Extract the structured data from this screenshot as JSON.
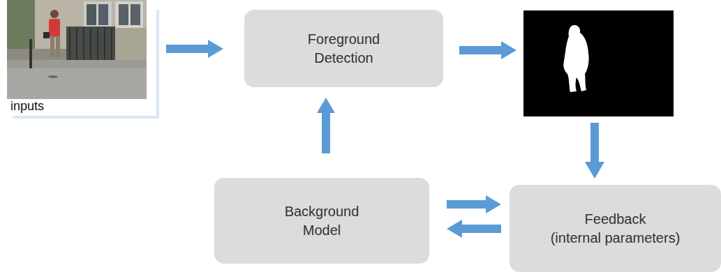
{
  "diagram": {
    "nodes": [
      {
        "text": [
          "inputs"
        ]
      },
      {
        "text": [
          "Foreground Detection"
        ]
      },
      {
        "text": [
          "Background Model"
        ]
      },
      {
        "text": [
          "Feedback",
          "(internal parameters)"
        ]
      }
    ],
    "edges": [
      {
        "from": 0,
        "to": 1,
        "arrow": "to"
      },
      {
        "from": 2,
        "to": 1,
        "arrow": "to"
      },
      {
        "from": 2,
        "to": 3,
        "arrow": "to"
      },
      {
        "from": 3,
        "to": 2,
        "arrow": "to"
      }
    ]
  }
}
